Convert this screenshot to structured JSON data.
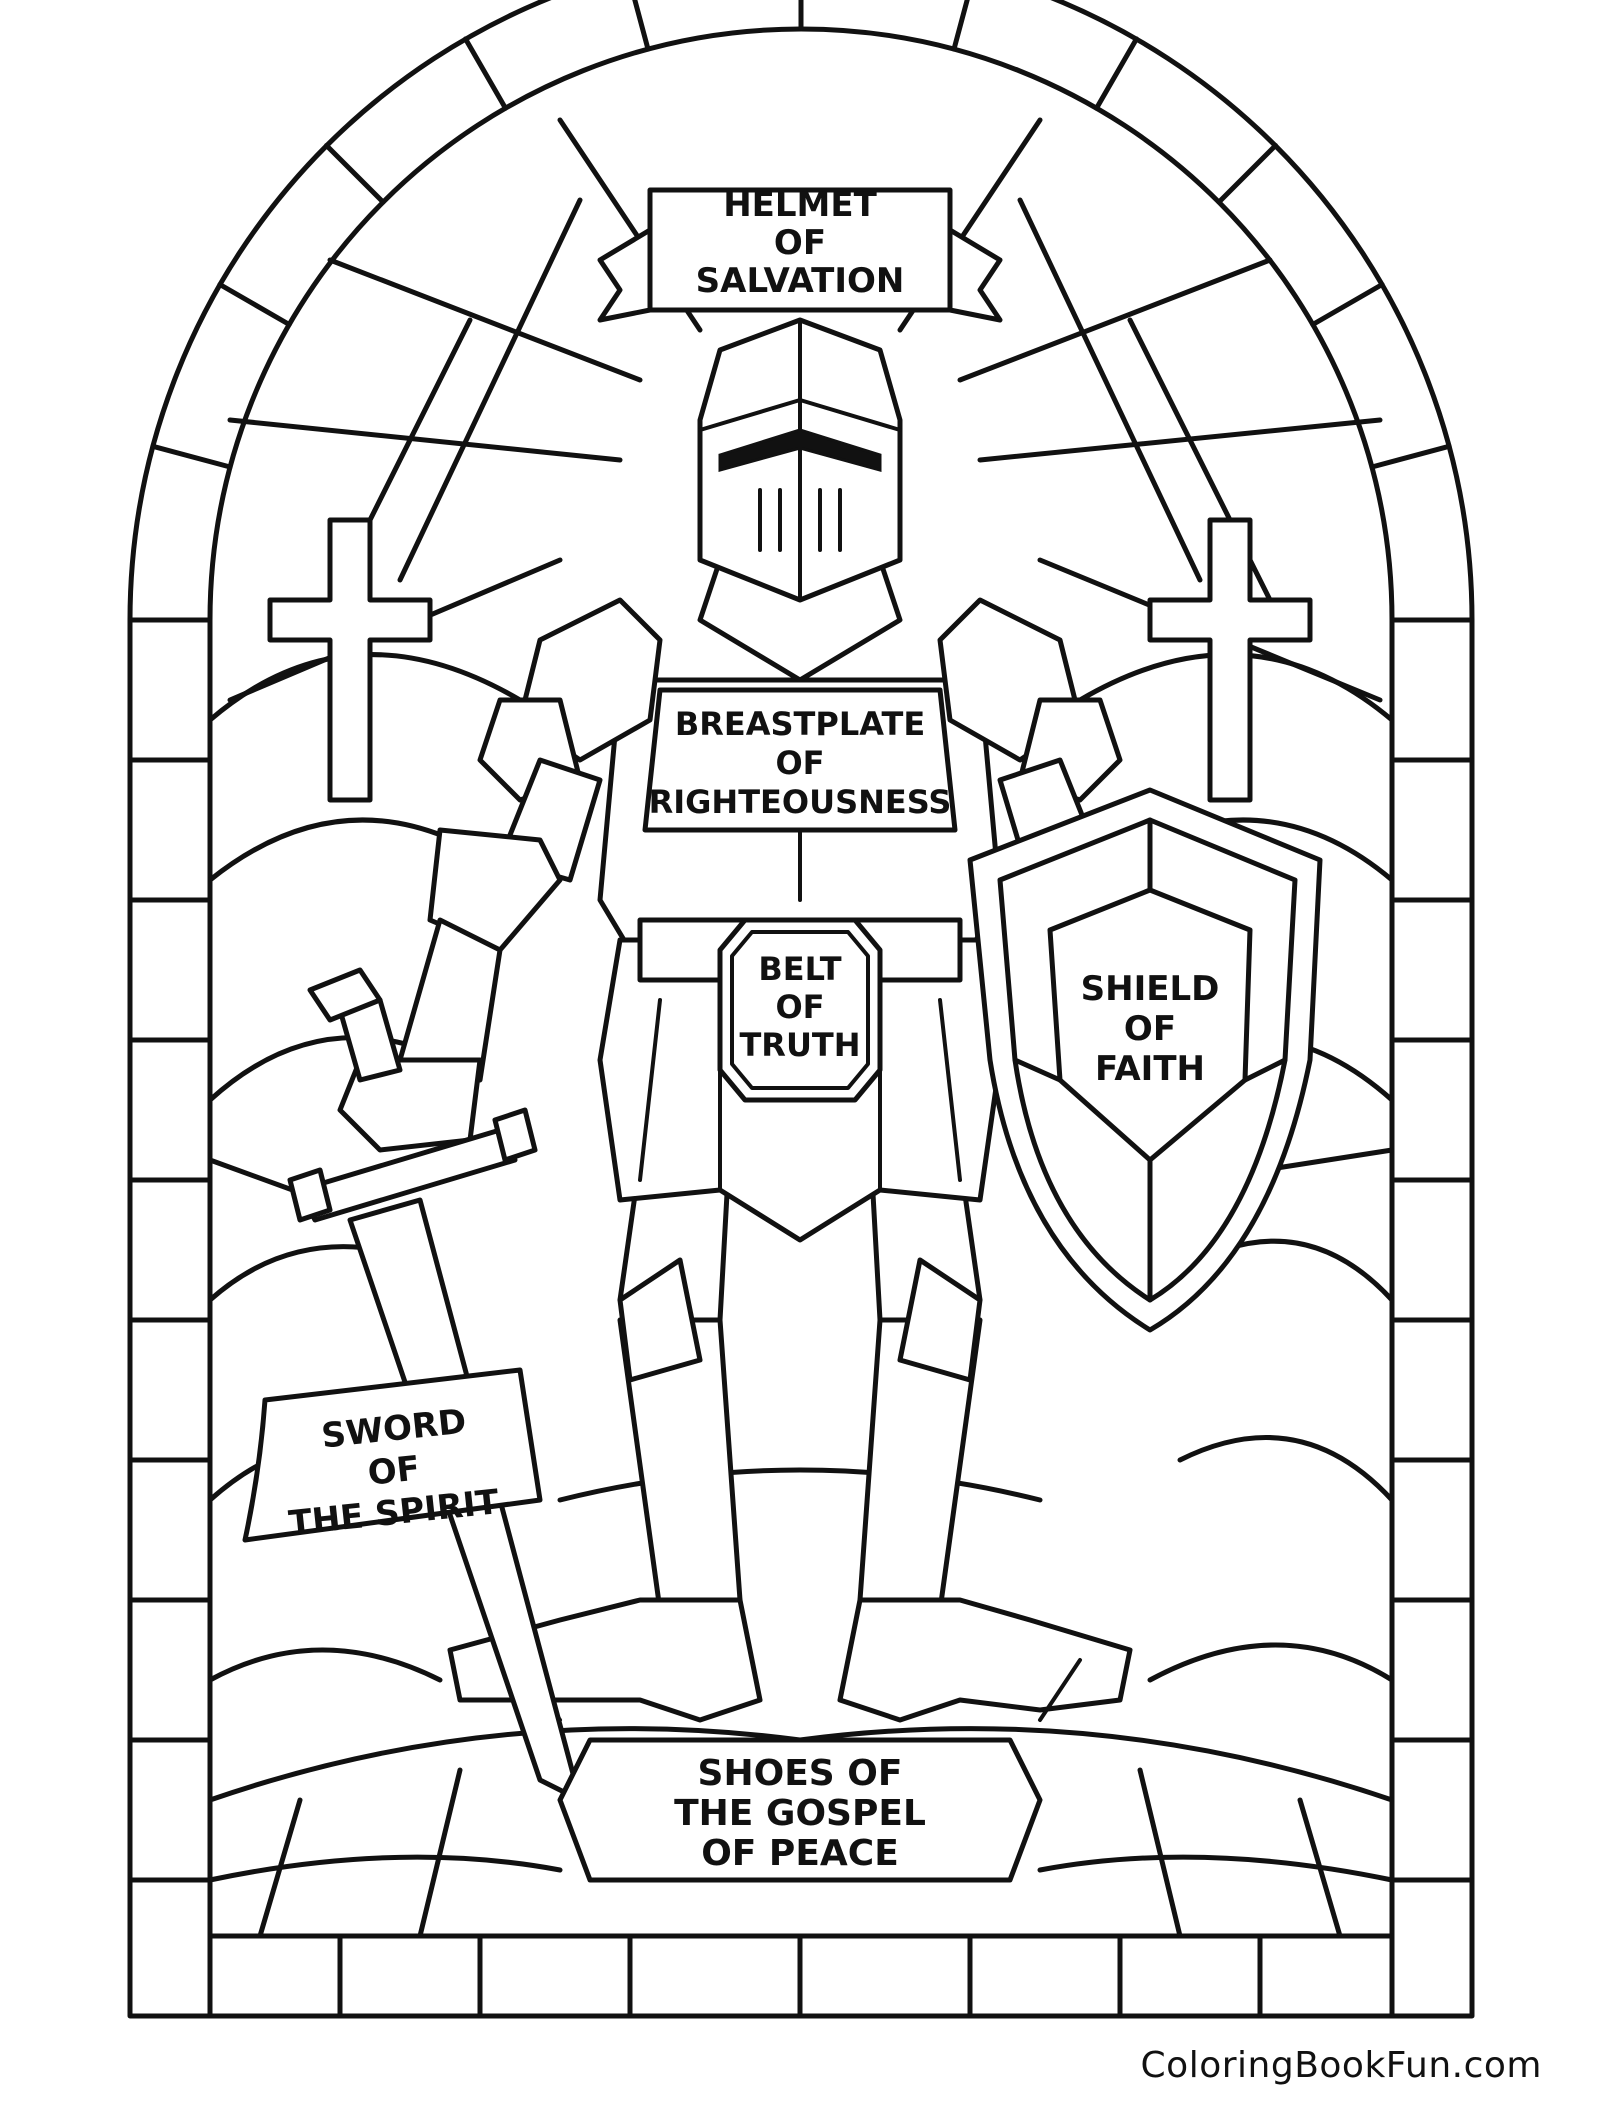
{
  "labels": {
    "helmet": [
      "HELMET",
      "OF",
      "SALVATION"
    ],
    "breastplate": [
      "BREASTPLATE",
      "OF",
      "RIGHTEOUSNESS"
    ],
    "belt": [
      "BELT",
      "OF",
      "TRUTH"
    ],
    "shield": [
      "SHIELD",
      "OF",
      "FAITH"
    ],
    "sword": [
      "SWORD",
      "OF",
      "THE SPIRIT"
    ],
    "shoes": [
      "SHOES OF",
      "THE GOSPEL",
      "OF PEACE"
    ]
  },
  "watermark": "ColoringBookFun.com",
  "colors": {
    "ink": "#111111",
    "paper": "#ffffff"
  }
}
